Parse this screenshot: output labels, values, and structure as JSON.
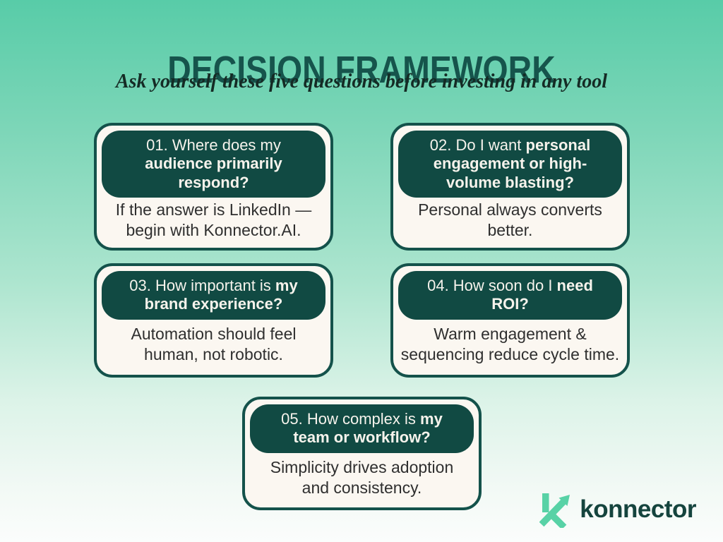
{
  "title": "DECISION FRAMEWORK",
  "subtitle": "Ask yourself these five questions before investing in any tool",
  "colors": {
    "background_top": "#58CCA8",
    "background_bottom": "#FBFDFC",
    "title_text": "#16544C",
    "card_background": "#FBF7F1",
    "card_border": "#14524B",
    "pill_background": "#114A43",
    "pill_text": "#F6F3EC",
    "answer_text": "#2F2F2F",
    "logo_icon": "#58D2A6",
    "logo_text": "#15443E"
  },
  "cards": [
    {
      "question_lines": [
        {
          "regular": "01. Where does my",
          "bold": ""
        },
        {
          "regular": "",
          "bold": "audience primarily"
        },
        {
          "regular": "",
          "bold": "respond?"
        }
      ],
      "answer_lines": [
        "If the answer is LinkedIn —",
        "begin with Konnector.AI."
      ]
    },
    {
      "question_lines": [
        {
          "regular": "02. Do I want ",
          "bold": "personal"
        },
        {
          "regular": "",
          "bold": "engagement or high-"
        },
        {
          "regular": "",
          "bold": "volume blasting?"
        }
      ],
      "answer_lines": [
        "Personal always converts",
        "better."
      ]
    },
    {
      "question_lines": [
        {
          "regular": "03. How important is ",
          "bold": "my"
        },
        {
          "regular": "",
          "bold": "brand experience?"
        }
      ],
      "answer_lines": [
        "Automation should feel",
        "human, not robotic."
      ]
    },
    {
      "question_lines": [
        {
          "regular": "04. How soon do I ",
          "bold": "need"
        },
        {
          "regular": "",
          "bold": "ROI?"
        }
      ],
      "answer_lines": [
        "Warm engagement &",
        "sequencing reduce cycle time."
      ]
    },
    {
      "question_lines": [
        {
          "regular": "05. How complex is ",
          "bold": "my"
        },
        {
          "regular": "",
          "bold": "team or workflow?"
        }
      ],
      "answer_lines": [
        "Simplicity drives adoption",
        "and consistency."
      ]
    }
  ],
  "logo": {
    "brand": "konnector",
    "icon": "arrow-k-icon"
  }
}
